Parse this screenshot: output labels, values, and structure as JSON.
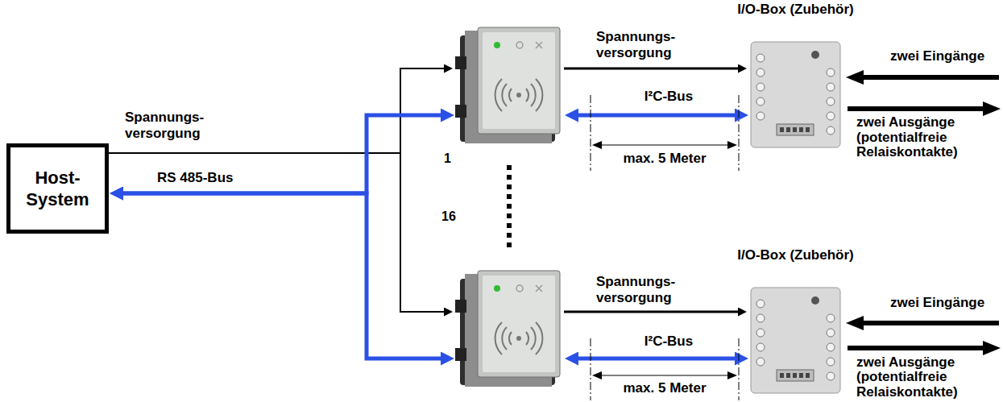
{
  "diagram": {
    "nodes": [
      {
        "text": [
          "Host-System"
        ]
      },
      {
        "text": [
          "1"
        ]
      },
      {
        "text": [
          "I/O-Box (Zubehör)"
        ]
      },
      {
        "text": [
          "16"
        ]
      },
      {
        "text": [
          "I/O-Box (Zubehör)"
        ]
      }
    ],
    "edges": [
      {
        "from": 0,
        "to": 1,
        "arrow": "to",
        "label": "Spannungs- versorgung"
      },
      {
        "from": 0,
        "to": 3,
        "arrow": "to"
      },
      {
        "from": 0,
        "to": 1,
        "arrow": "both",
        "label": "RS 485-Bus"
      },
      {
        "from": 0,
        "to": 3,
        "arrow": "both"
      },
      {
        "from": 1,
        "to": 2,
        "arrow": "to",
        "label": "Spannungs- versorgung"
      },
      {
        "from": 1,
        "to": 2,
        "arrow": "both",
        "label": "I²C-Bus"
      },
      {
        "from": 3,
        "to": 4,
        "arrow": "to",
        "label": "Spannungs- versorgung"
      },
      {
        "from": 3,
        "to": 4,
        "arrow": "both",
        "label": "I²C-Bus"
      }
    ],
    "labels": [
      "max. 5 Meter",
      "zwei Eingänge",
      "zwei Ausgänge (potentialfreie Relaiskontakte)",
      "max. 5 Meter",
      "zwei Eingänge",
      "zwei Ausgänge (potentialfreie Relaiskontakte)"
    ]
  }
}
